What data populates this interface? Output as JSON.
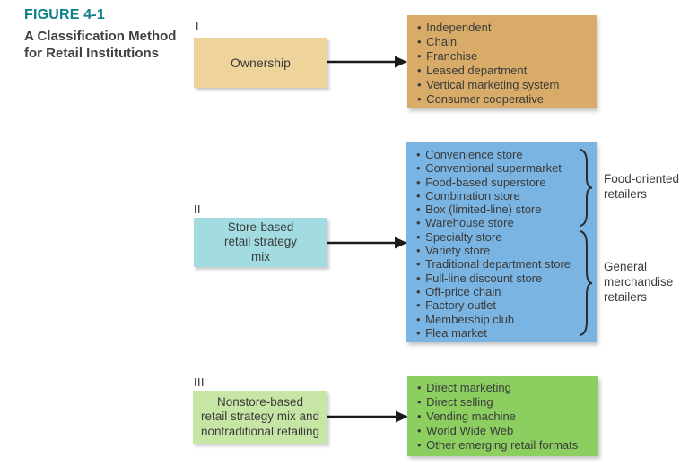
{
  "ui": {
    "bullet": "•"
  },
  "figure": {
    "label": "FIGURE 4-1",
    "title": "A Classification Method for Retail Institutions"
  },
  "sections": [
    {
      "numeral": "I",
      "box_label": "Ownership",
      "items": [
        "Independent",
        "Chain",
        "Franchise",
        "Leased department",
        "Vertical marketing system",
        "Consumer cooperative"
      ]
    },
    {
      "numeral": "II",
      "box_label": "Store-based\nretail strategy\nmix",
      "items": [
        "Convenience store",
        "Conventional supermarket",
        "Food-based superstore",
        "Combination store",
        "Box (limited-line) store",
        "Warehouse store",
        "Specialty store",
        "Variety store",
        "Traditional department store",
        "Full-line discount store",
        "Off-price chain",
        "Factory outlet",
        "Membership club",
        "Flea market"
      ],
      "group_labels": [
        {
          "label": "Food-oriented\nretailers"
        },
        {
          "label": "General\nmerchandise\nretailers"
        }
      ]
    },
    {
      "numeral": "III",
      "box_label": "Nonstore-based\nretail strategy mix and\nnontraditional retailing",
      "items": [
        "Direct marketing",
        "Direct selling",
        "Vending machine",
        "World Wide Web",
        "Other emerging retail formats"
      ]
    }
  ],
  "colors": {
    "heading": "#0e7f88",
    "title_text": "#414042",
    "box1_bg": "#eed39a",
    "list1_bg": "#d9ab69",
    "box2_bg": "#a2dce1",
    "list2_bg": "#79b4e2",
    "box3_bg": "#c7e5a5",
    "list3_bg": "#8ccf60",
    "item_text": "#3b3b3b",
    "arrow": "#1a1a1a"
  }
}
